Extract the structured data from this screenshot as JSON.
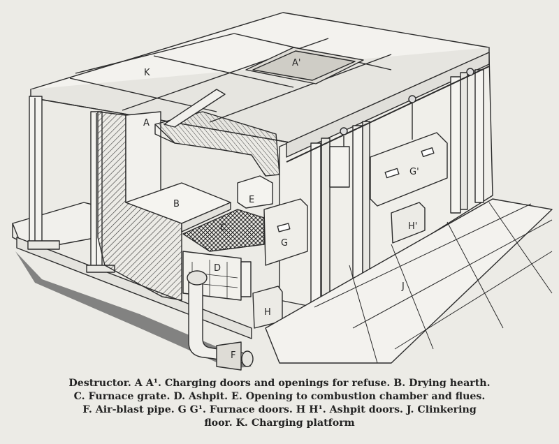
{
  "labels": {
    "a_prime": "A'",
    "k": "K",
    "a": "A",
    "b": "B",
    "c": "C",
    "e": "E",
    "g": "G",
    "g_prime": "G'",
    "h_prime": "H'",
    "d": "D",
    "j": "J",
    "h": "H",
    "f": "F"
  },
  "caption": {
    "line1": "Destructor.  A A¹.  Charging doors and openings for refuse.   B. Drying hearth.",
    "line2": "C.  Furnace grate.    D.  Ashpit.    E.  Opening to combustion chamber and flues.",
    "line3": "F.  Air-blast pipe.    G G¹.  Furnace doors.    H H¹.  Ashpit doors.  J.  Clinkering",
    "line4": "floor.    K.  Charging platform"
  }
}
